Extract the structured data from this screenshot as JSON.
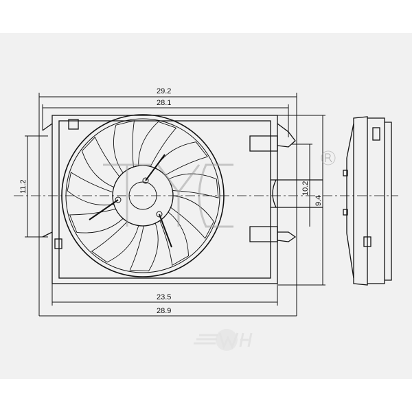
{
  "drawing": {
    "dimensions": {
      "overall_width_top": "29.2",
      "inner_width_top": "28.1",
      "inner_width_bottom": "23.5",
      "overall_width_bottom": "28.9",
      "left_height": "11.2",
      "right_height_inner": "10.2",
      "right_height_outer": "9.4"
    },
    "watermark_logo": "TYC",
    "bottom_watermark": "WH"
  }
}
